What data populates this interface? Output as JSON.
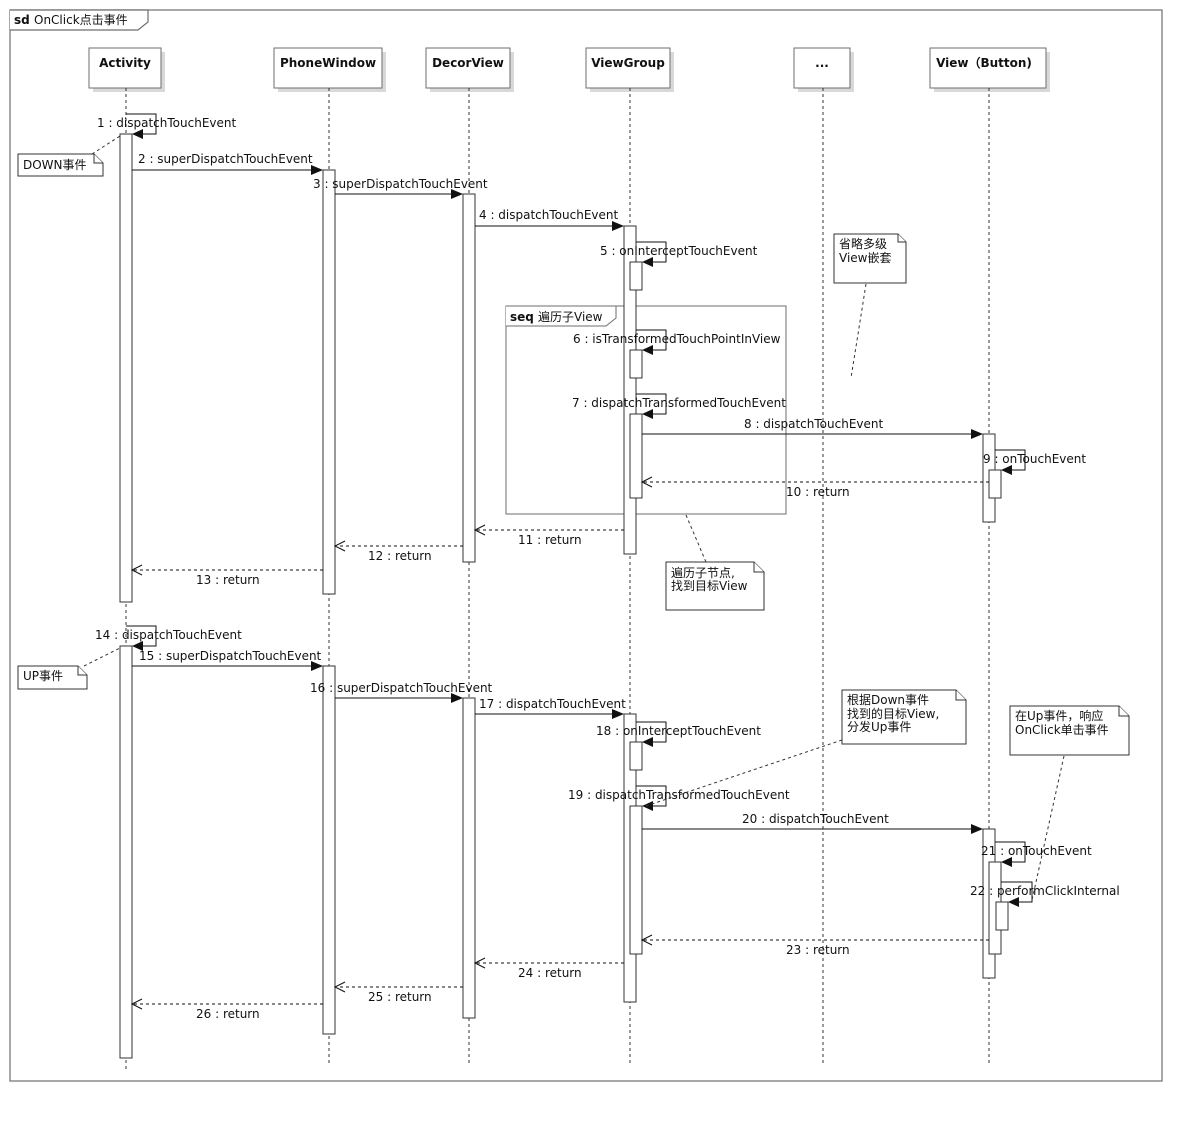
{
  "frame": {
    "keyword": "sd",
    "title": "OnClick点击事件"
  },
  "lifelines": [
    {
      "id": "activity",
      "label": "Activity"
    },
    {
      "id": "phonewindow",
      "label": "PhoneWindow"
    },
    {
      "id": "decorview",
      "label": "DecorView"
    },
    {
      "id": "viewgroup",
      "label": "ViewGroup"
    },
    {
      "id": "ellipsis",
      "label": "..."
    },
    {
      "id": "view",
      "label": "View（Button)"
    }
  ],
  "fragment": {
    "keyword": "seq",
    "title": "遍历子View"
  },
  "messages": [
    "1 : dispatchTouchEvent",
    "2 : superDispatchTouchEvent",
    "3 : superDispatchTouchEvent",
    "4 : dispatchTouchEvent",
    "5 : onInterceptTouchEvent",
    "6 : isTransformedTouchPointInView",
    "7 : dispatchTransformedTouchEvent",
    "8 : dispatchTouchEvent",
    "9 : onTouchEvent",
    "10 : return",
    "11 : return",
    "12 : return",
    "13 : return",
    "14 : dispatchTouchEvent",
    "15 : superDispatchTouchEvent",
    "16 : superDispatchTouchEvent",
    "17 : dispatchTouchEvent",
    "18 : onInterceptTouchEvent",
    "19 : dispatchTransformedTouchEvent",
    "20 : dispatchTouchEvent",
    "21 : onTouchEvent",
    "22 : performClickInternal",
    "23 : return",
    "24 : return",
    "25 : return",
    "26 : return"
  ],
  "notes": {
    "down": [
      "DOWN事件"
    ],
    "up": [
      "UP事件"
    ],
    "omit": [
      "省略多级",
      "View嵌套"
    ],
    "traverse": [
      "遍历子节点,",
      "找到目标View"
    ],
    "dispatch_up": [
      "根据Down事件",
      "找到的目标View,",
      "分发Up事件"
    ],
    "onclick": [
      "在Up事件，响应",
      "OnClick单击事件"
    ]
  }
}
